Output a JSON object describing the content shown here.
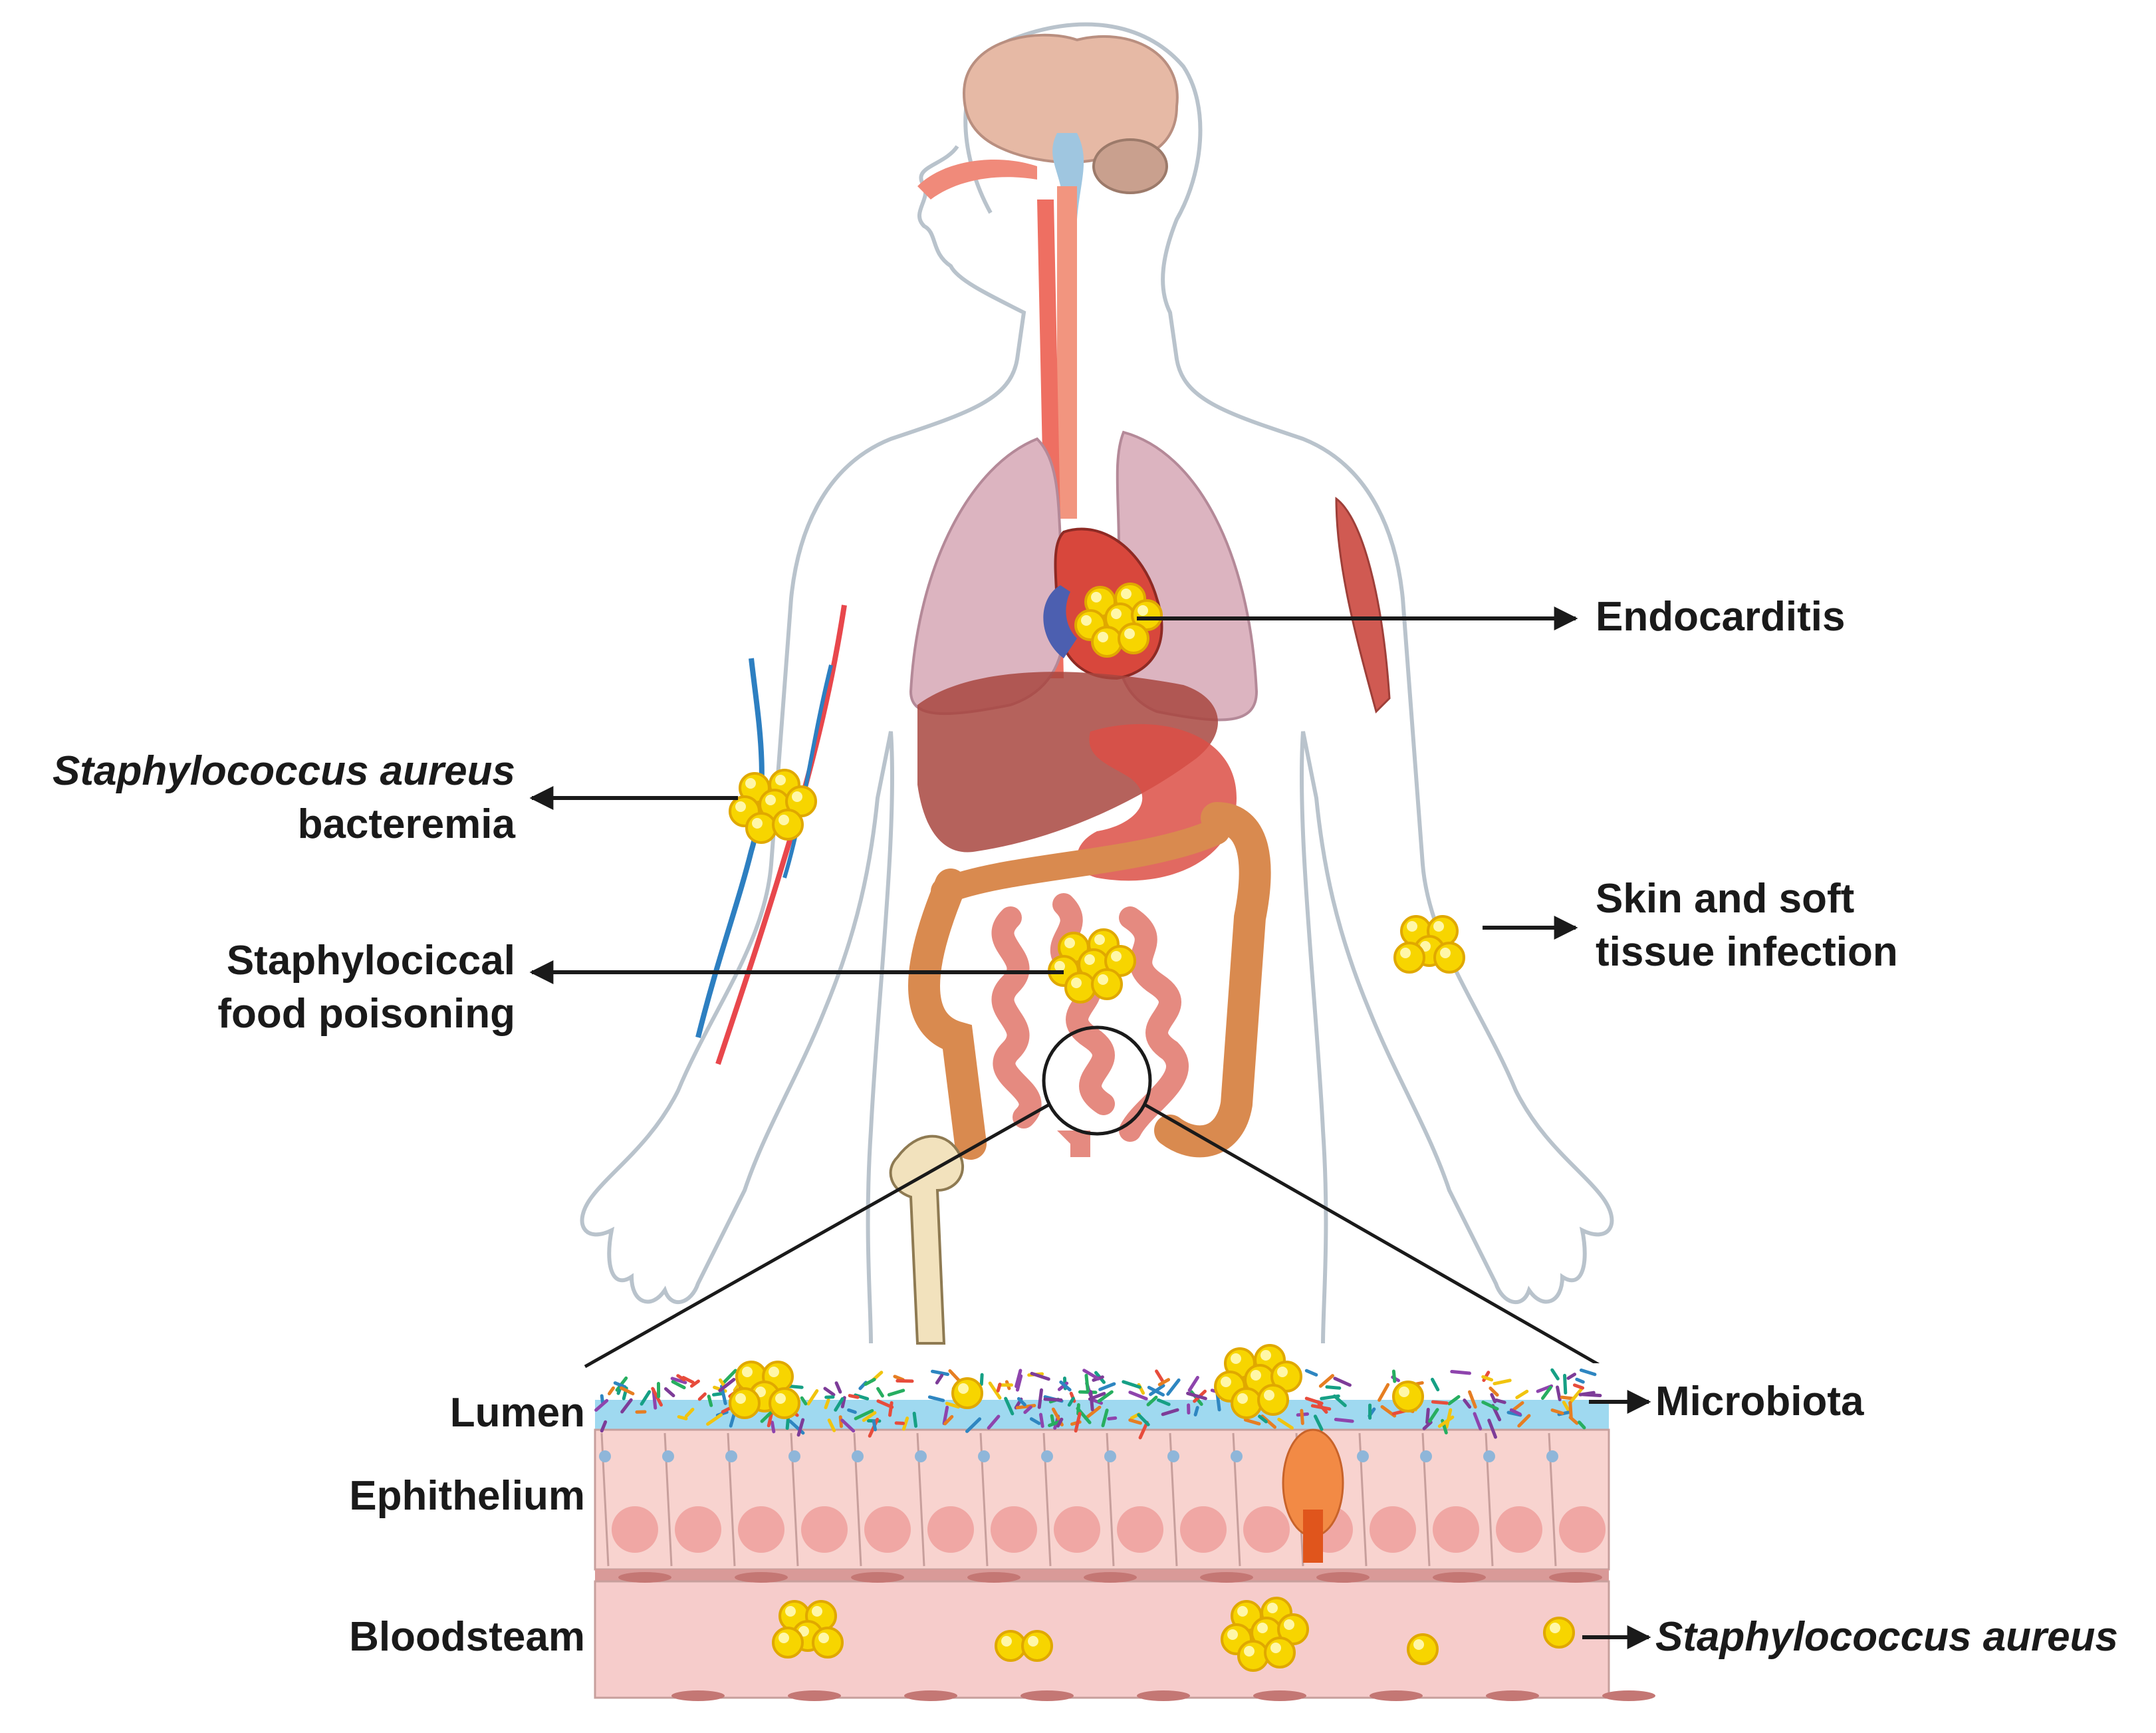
{
  "labels": {
    "endocarditis": "Endocarditis",
    "bacteremia": {
      "line1": "Staphylococcus aureus",
      "line2": "bacteremia"
    },
    "skin": {
      "line1": "Skin and soft",
      "line2": "tissue infection"
    },
    "food": {
      "line1": "Staphylociccal",
      "line2": "food poisoning"
    },
    "lumen": "Lumen",
    "epithelium": "Ephithelium",
    "bloodstream": "Bloodsteam",
    "microbiota": "Microbiota",
    "sa": "Staphylococcus aureus"
  },
  "colors": {
    "outline": "#b9c3cc",
    "bacteria": "#f7d500",
    "bacteria_edge": "#e0a800",
    "arrow": "#1a1a1a",
    "lung": "#dcb4c0",
    "liver": "#a8473f",
    "colon": "#d98a4f",
    "intestine": "#e58a80",
    "mucus": "#9fd9f0",
    "epithelium": "#f8d3cf",
    "nucleus": "#f0a7a4",
    "goblet": "#f28a45",
    "blood": "#f6cccb",
    "bone": "#f2e2bd",
    "brain": "#e6b9a5"
  }
}
